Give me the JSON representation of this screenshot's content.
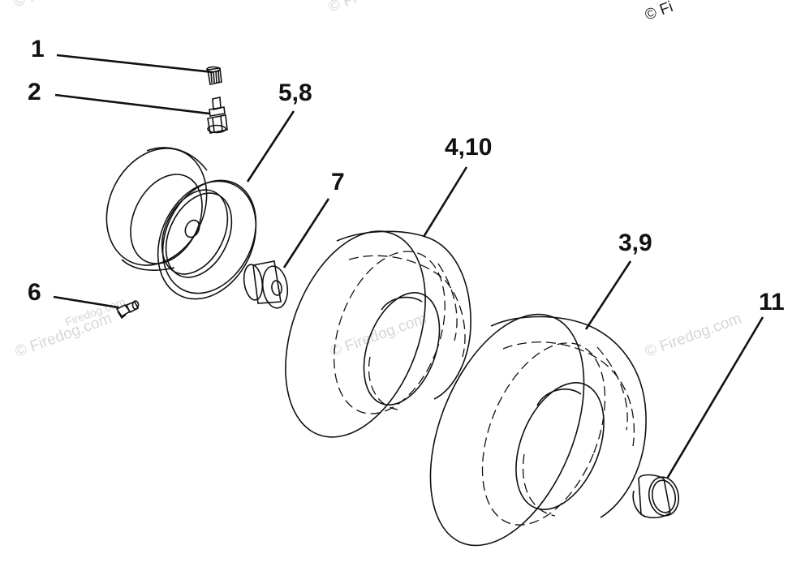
{
  "watermarks": {
    "top_left": "© Fi",
    "top_mid": "© Fi",
    "top_right": "© Fi",
    "left": "© Firedog.com",
    "center": "© Firedog.com",
    "right": "© Firedog.com",
    "small": "Firedog.com"
  },
  "callouts": {
    "p1": "1",
    "p2": "2",
    "p58": "5,8",
    "p7": "7",
    "p410": "4,10",
    "p6": "6",
    "p39": "3,9",
    "p11": "11"
  }
}
